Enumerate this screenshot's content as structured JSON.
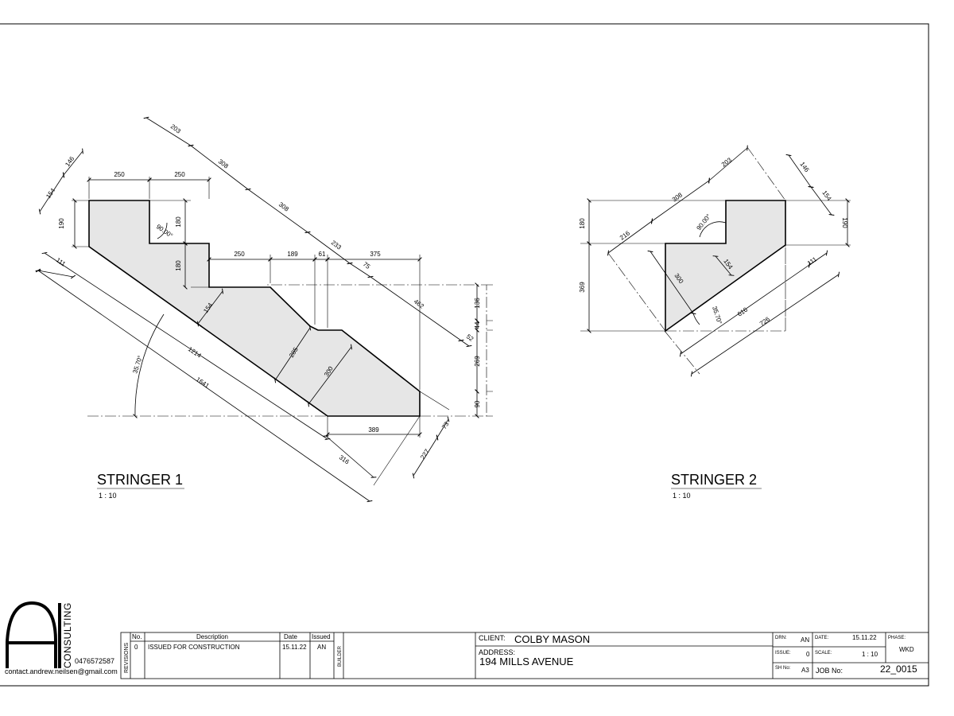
{
  "stringer1": {
    "title": "STRINGER 1",
    "scale": "1 : 10",
    "dims": {
      "d250a": "250",
      "d250b": "250",
      "d250c": "250",
      "d189": "189",
      "d61": "61",
      "d375": "375",
      "d203": "203",
      "d308a": "308",
      "d308b": "308",
      "d233": "233",
      "d75": "75",
      "d462": "462",
      "d52": "52",
      "d146": "146",
      "d154a": "154",
      "d190": "190",
      "d180a": "180",
      "d180b": "180",
      "angle90": "90.00°",
      "d111": "111",
      "d154b": "154",
      "d1214": "1214",
      "d1641": "1641",
      "angle35": "35.70°",
      "d285": "285",
      "d300": "300",
      "d136": "136",
      "d44": "44",
      "d269": "269",
      "d90": "90",
      "d389": "389",
      "d73": "73",
      "d227": "227",
      "d316": "316"
    }
  },
  "stringer2": {
    "title": "STRINGER 2",
    "scale": "1 : 10",
    "dims": {
      "d308": "308",
      "d203": "203",
      "d216": "216",
      "angle90": "90.00°",
      "d146": "146",
      "d154a": "154",
      "d190": "190",
      "d180": "180",
      "d369": "369",
      "d154b": "154",
      "d300": "300",
      "angle35": "35.70°",
      "d616": "616",
      "d726": "726",
      "d111": "111"
    }
  },
  "logo": {
    "word": "CONSULTING",
    "phone": "0476572587",
    "email": "contact.andrew.neilsen@gmail.com"
  },
  "revisions": {
    "side_label": "REVISIONS",
    "builder_label": "BUILDER",
    "headers": {
      "no": "No.",
      "description": "Description",
      "date": "Date",
      "issued": "Issued"
    },
    "rows": [
      {
        "no": "0",
        "description": "ISSUED FOR CONSTRUCTION",
        "date": "15.11.22",
        "issued": "AN"
      }
    ]
  },
  "project": {
    "client_label": "CLIENT:",
    "client": "COLBY MASON",
    "address_label": "ADDRESS:",
    "address": "194 MILLS AVENUE"
  },
  "info": {
    "drn_label": "DRN:",
    "drn": "AN",
    "date_label": "DATE:",
    "date": "15.11.22",
    "phase_label": "PHASE:",
    "phase": "WKD",
    "issue_label": "ISSUE:",
    "issue": "0",
    "scale_label": "SCALE:",
    "scale": "1 : 10",
    "sheet_label": "SH No:",
    "sheet": "A3",
    "job_label": "JOB No:",
    "job": "22_0015"
  }
}
